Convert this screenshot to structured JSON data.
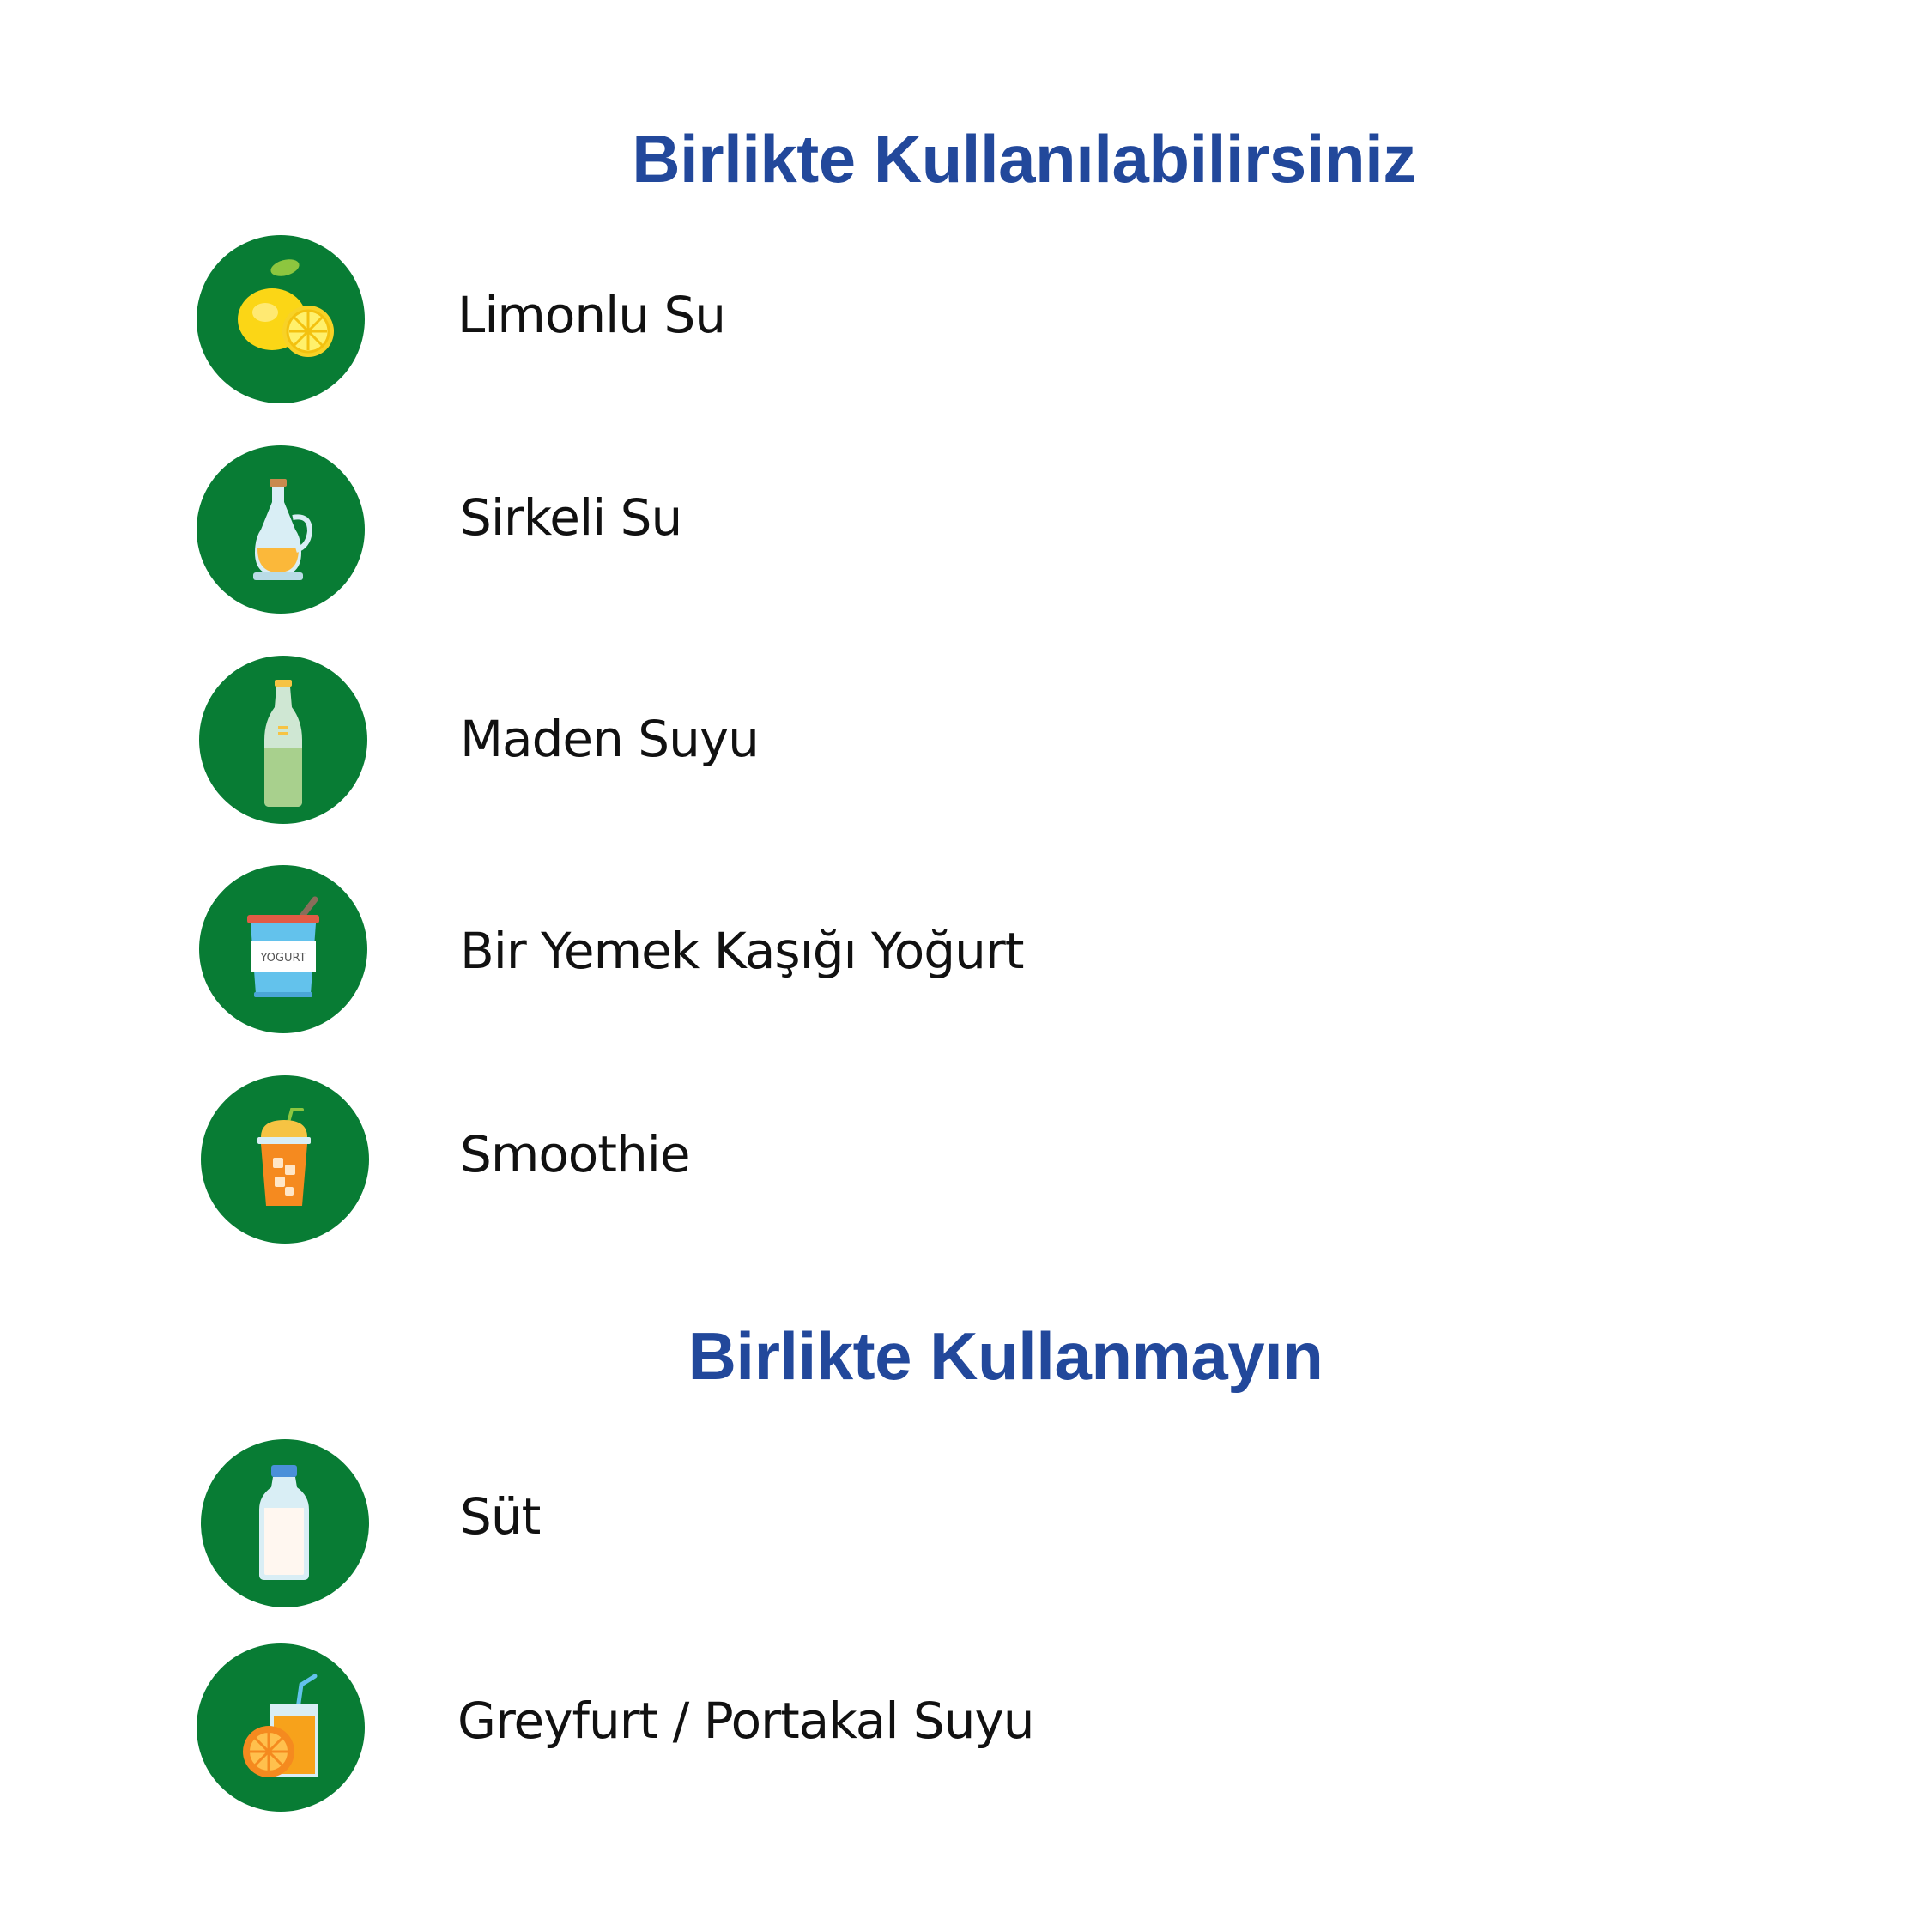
{
  "colors": {
    "heading": "#22489b",
    "circle": "#087c34",
    "text": "#111111",
    "background": "#ffffff"
  },
  "allowed": {
    "title": "Birlikte Kullanılabilirsiniz",
    "items": [
      {
        "label": "Limonlu Su",
        "icon": "lemon-icon"
      },
      {
        "label": "Sirkeli Su",
        "icon": "vinegar-bottle-icon"
      },
      {
        "label": "Maden Suyu",
        "icon": "mineral-water-bottle-icon"
      },
      {
        "label": "Bir Yemek Kaşığı Yoğurt",
        "icon": "yogurt-cup-icon"
      },
      {
        "label": "Smoothie",
        "icon": "smoothie-cup-icon"
      }
    ]
  },
  "avoid": {
    "title": "Birlikte Kullanmayın",
    "items": [
      {
        "label": "Süt",
        "icon": "milk-bottle-icon"
      },
      {
        "label": "Greyfurt / Portakal Suyu",
        "icon": "orange-juice-icon"
      }
    ]
  },
  "icon_texts": {
    "yogurt_label": "YOGURT"
  }
}
